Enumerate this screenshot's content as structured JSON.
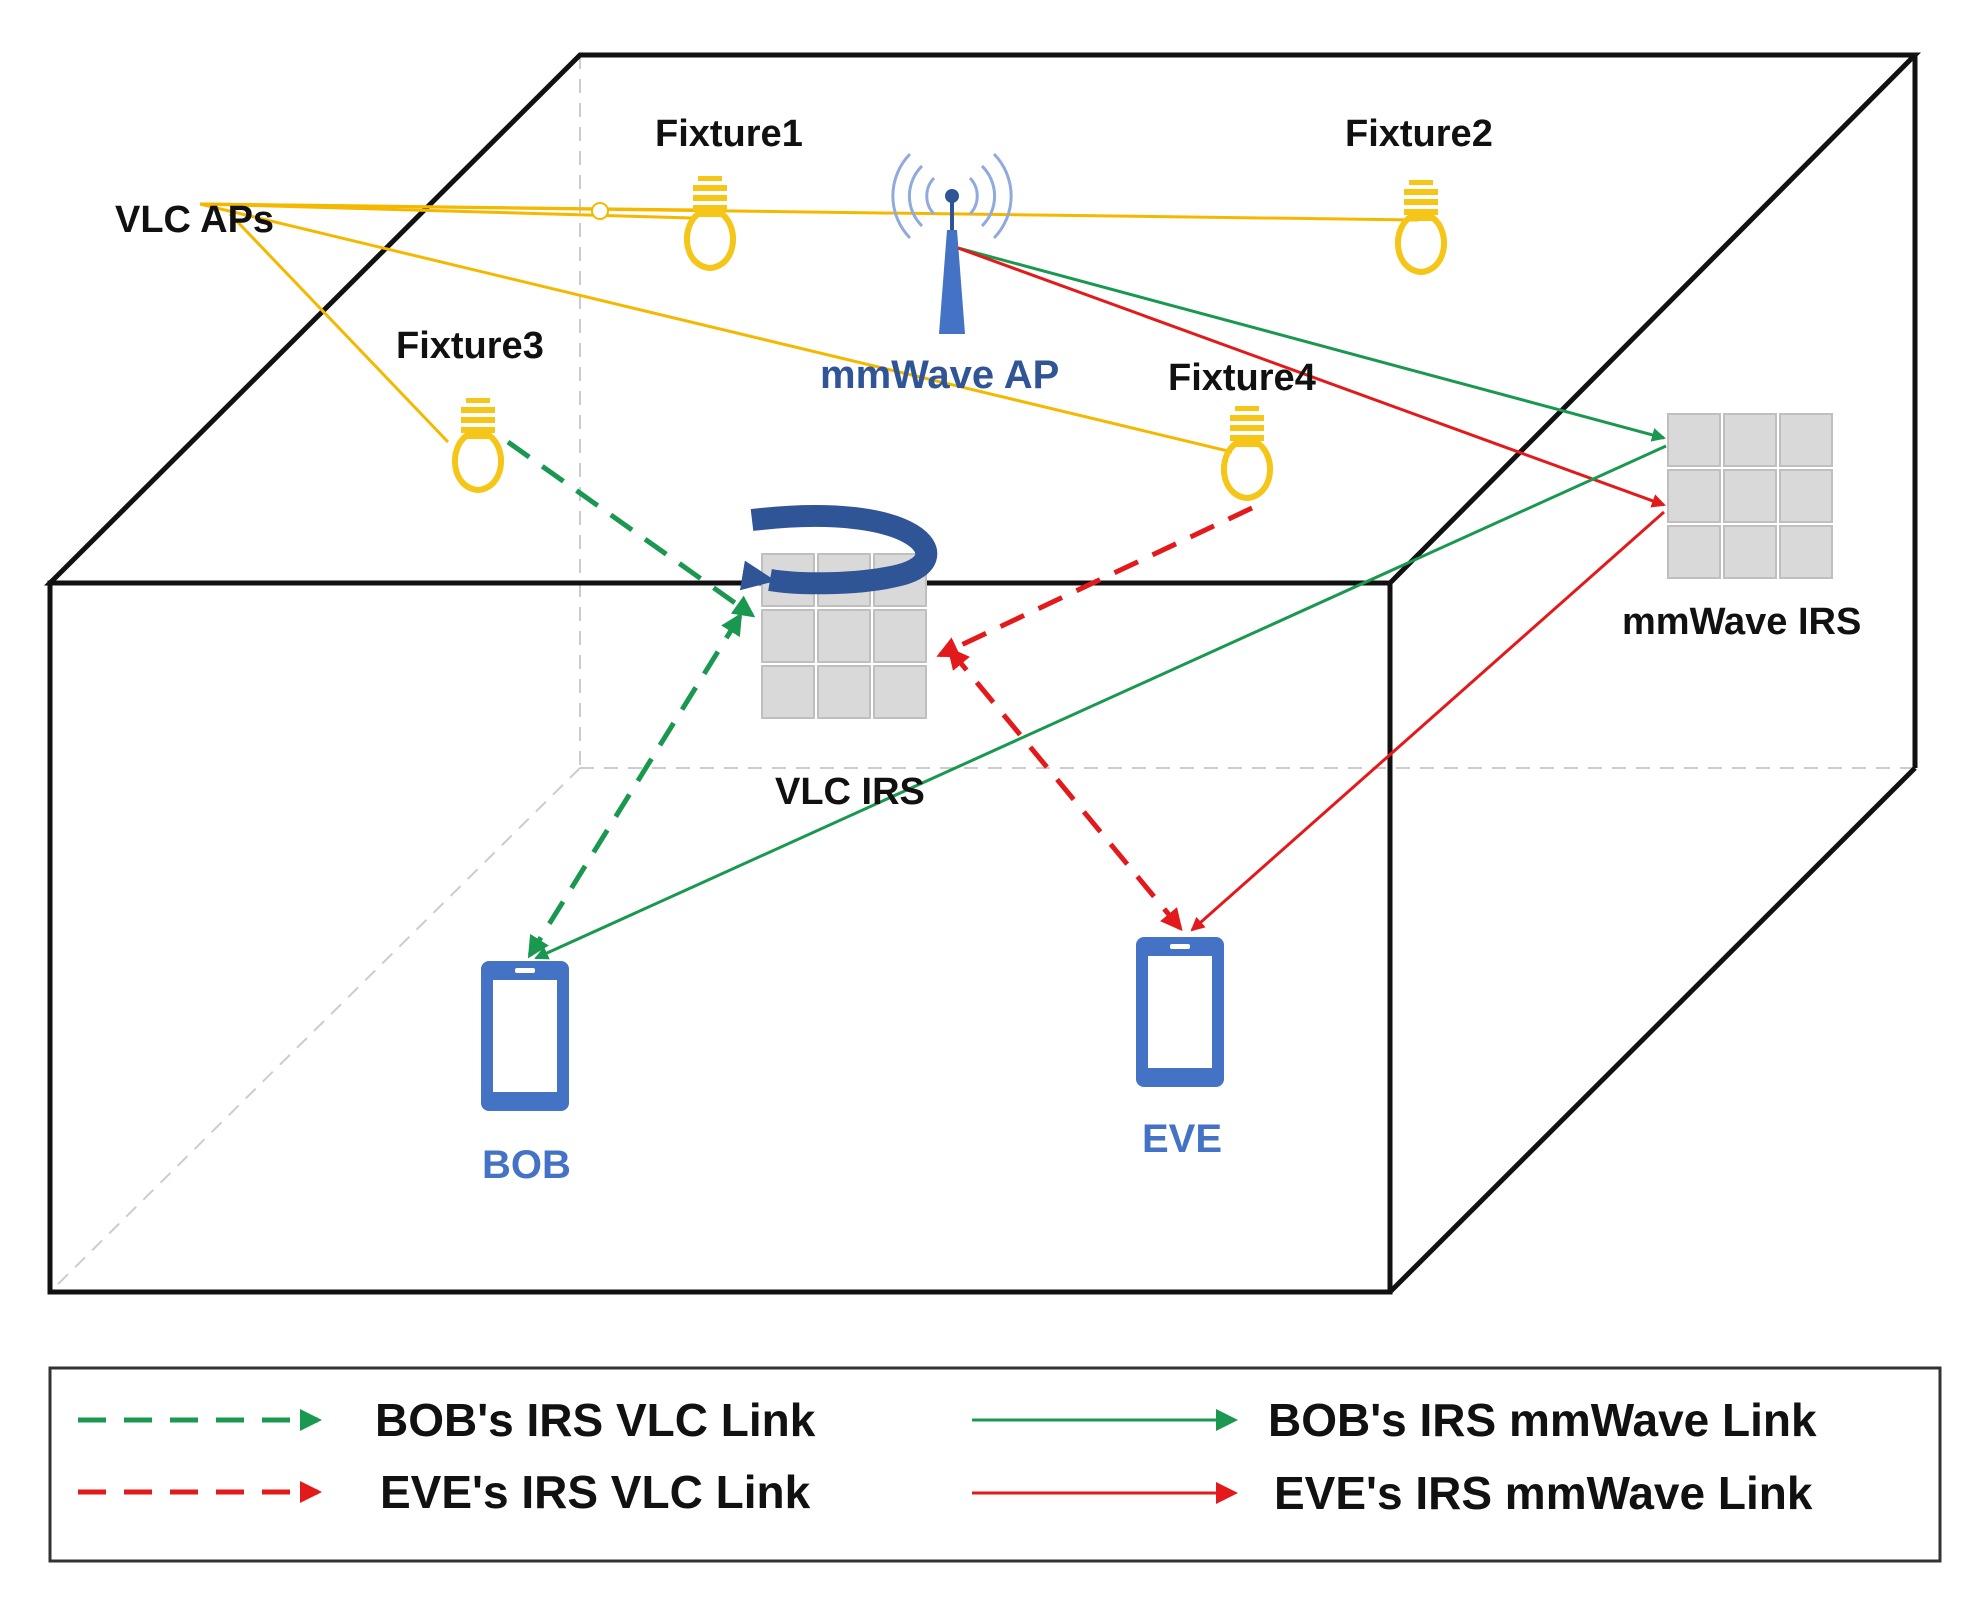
{
  "labels": {
    "vlc_aps": "VLC APs",
    "fixture1": "Fixture1",
    "fixture2": "Fixture2",
    "fixture3": "Fixture3",
    "fixture4": "Fixture4",
    "mmwave_ap": "mmWave AP",
    "vlc_irs": "VLC IRS",
    "mmwave_irs": "mmWave IRS",
    "bob": "BOB",
    "eve": "EVE"
  },
  "legend": [
    {
      "label": "BOB's IRS VLC Link",
      "color": "#1a9850",
      "style": "dashed"
    },
    {
      "label": "EVE's IRS VLC Link",
      "color": "#e31a1c",
      "style": "dashed"
    },
    {
      "label": "BOB's IRS mmWave Link",
      "color": "#1a9850",
      "style": "solid"
    },
    {
      "label": "EVE's IRS mmWave Link",
      "color": "#e31a1c",
      "style": "solid"
    }
  ],
  "colors": {
    "fixture": "#f5c518",
    "vlc_ap_lines": "#f5b800",
    "device": "#4472c4",
    "irs_tile": "#d9d9d9",
    "rotation_arrow": "#2f5597",
    "bob_link": "#1a9850",
    "eve_link": "#e31a1c"
  }
}
